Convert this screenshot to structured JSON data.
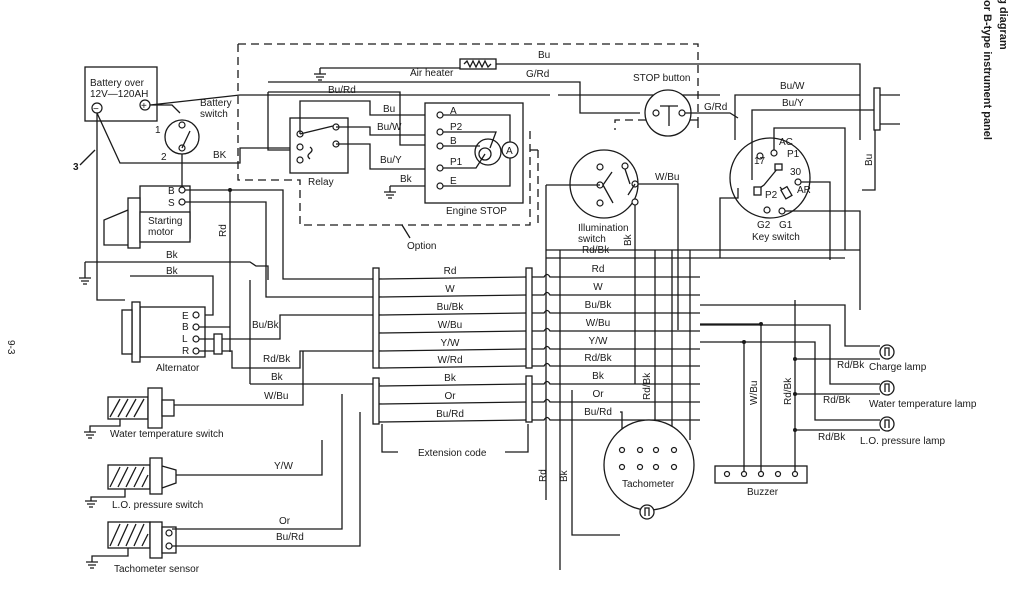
{
  "title": {
    "line1": "iring diagram",
    "line2": "or B-type instrument panel"
  },
  "page_number": "9-3",
  "callout_3": "3",
  "components": {
    "battery": {
      "line1": "Battery over",
      "line2": "12V—120AH",
      "minus": "−",
      "plus": "+"
    },
    "battery_switch": {
      "label1": "Battery",
      "label2": "switch",
      "t1": "1",
      "t2": "2"
    },
    "air_heater": "Air heater",
    "relay": "Relay",
    "engine_stop": {
      "label": "Engine STOP",
      "terminals": [
        "A",
        "P2",
        "B",
        "P1",
        "E"
      ],
      "motor": "A"
    },
    "option": "Option",
    "stop_button": "STOP button",
    "illumination_switch": {
      "line1": "Illumination",
      "line2": "switch"
    },
    "key_switch": {
      "label": "Key switch",
      "terminals": [
        "AC",
        "P1",
        "17",
        "30",
        "AR",
        "P2",
        "G2",
        "G1"
      ]
    },
    "starting_motor": {
      "line1": "Starting",
      "line2": "motor",
      "terminals": [
        "B",
        "S"
      ]
    },
    "alternator": {
      "label": "Alternator",
      "terminals": [
        "E",
        "B",
        "L",
        "R"
      ]
    },
    "water_temp_switch": "Water temperature switch",
    "lo_pressure_switch": "L.O. pressure switch",
    "tachometer_sensor": "Tachometer sensor",
    "tachometer": "Tachometer",
    "buzzer": "Buzzer",
    "charge_lamp": "Charge lamp",
    "water_temp_lamp": "Water temperature lamp",
    "lo_pressure_lamp": "L.O. pressure lamp",
    "extension_code": "Extension code"
  },
  "wires": {
    "bu": "Bu",
    "g_rd": "G/Rd",
    "bu_rd_top": "Bu/Rd",
    "bu_relay": "Bu",
    "bu_w_relay": "Bu/W",
    "bu_y_relay": "Bu/Y",
    "bk_relay": "Bk",
    "bk_batt": "BK",
    "g_rd_stop": "G/Rd",
    "bu_w_key": "Bu/W",
    "bu_y_key": "Bu/Y",
    "bu_vert": "Bu",
    "w_bu_illum": "W/Bu",
    "rd_bk_illum": "Rd/Bk",
    "bk_illum": "Bk",
    "rd_vert": "Rd",
    "bk1": "Bk",
    "bk2": "Bk",
    "bu_bk_alt": "Bu/Bk",
    "rd_bk_alt": "Rd/Bk",
    "bk_alt": "Bk",
    "w_bu_wts": "W/Bu",
    "y_w_lo": "Y/W",
    "or_tach": "Or",
    "bu_rd_tach": "Bu/Rd",
    "harness_left": [
      "Rd",
      "W",
      "Bu/Bk",
      "W/Bu",
      "Y/W",
      "W/Rd",
      "Bk",
      "Or",
      "Bu/Rd"
    ],
    "harness_right": [
      "Rd",
      "W",
      "Bu/Bk",
      "W/Bu",
      "Y/W",
      "Rd/Bk",
      "Bk",
      "Or",
      "Bu/Rd"
    ],
    "rd_tach_v": "Rd",
    "bk_tach_v": "Bk",
    "rd_bk_tach_v": "Rd/Bk",
    "w_bu_buzz": "W/Bu",
    "rd_bk_buzz": "Rd/Bk",
    "rd_bk_charge": "Rd/Bk",
    "rd_bk_water": "Rd/Bk",
    "rd_bk_lo": "Rd/Bk"
  }
}
